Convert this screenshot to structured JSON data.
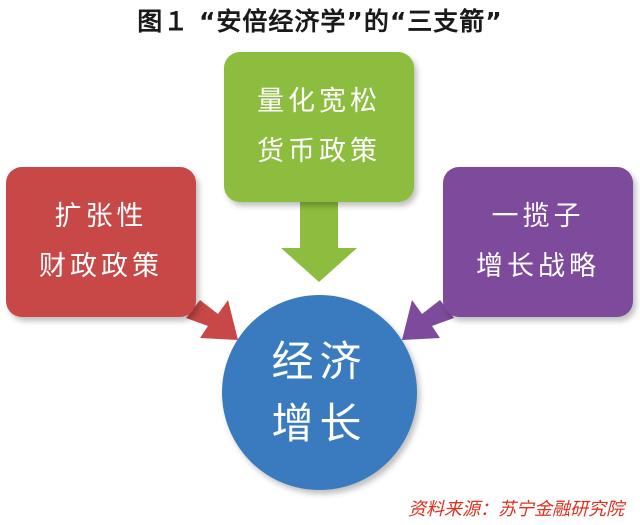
{
  "title": "图１ “安倍经济学”的“三支箭”",
  "boxes": {
    "monetary": {
      "line1": "量化宽松",
      "line2": "货币政策",
      "color": "#8dbd3f"
    },
    "fiscal": {
      "line1": "扩张性",
      "line2": "财政政策",
      "color": "#c84848"
    },
    "growth": {
      "line1": "一揽子",
      "line2": "增长战略",
      "color": "#7d4a9c"
    }
  },
  "center": {
    "line1": "经济",
    "line2": "增长",
    "color": "#3a7bbf"
  },
  "source": "资料来源：苏宁金融研究院"
}
